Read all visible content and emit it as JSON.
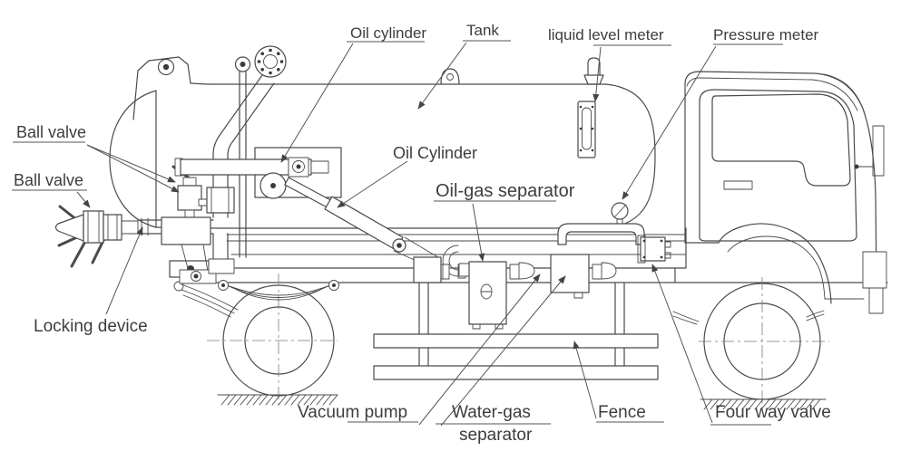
{
  "labels": {
    "oil_cylinder_top": "Oil cylinder",
    "tank": "Tank",
    "liquid_level_meter": "liquid level meter",
    "pressure_meter": "Pressure meter",
    "ball_valve_upper": "Ball valve",
    "ball_valve_lower": "Ball valve",
    "oil_cylinder_mid": "Oil Cylinder",
    "oil_gas_separator": "Oil-gas separator",
    "locking_device": "Locking device",
    "vacuum_pump": "Vacuum pump",
    "water_gas_line1": "Water-gas",
    "water_gas_line2": "separator",
    "fence": "Fence",
    "four_way_valve": "Four way valve"
  },
  "colors": {
    "background": "#ffffff",
    "line": "#4a4a4a",
    "leader": "#555555",
    "text": "#3d3d3d"
  }
}
